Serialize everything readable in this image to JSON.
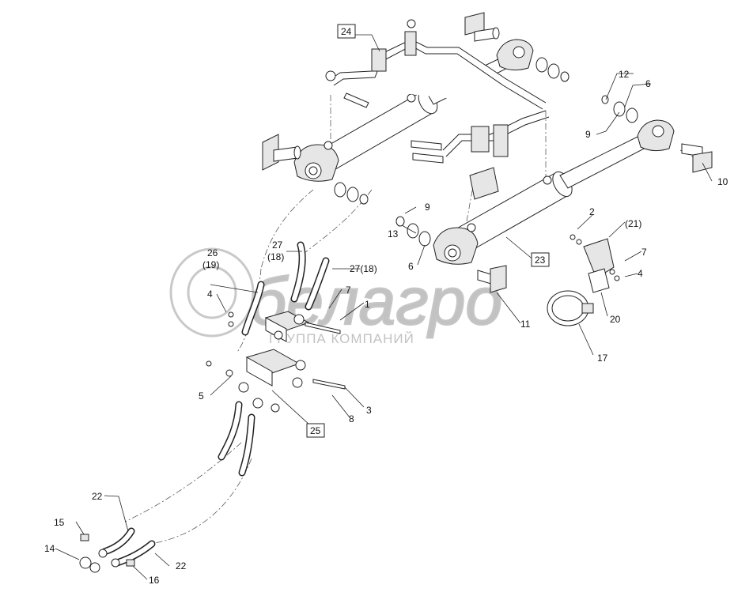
{
  "watermark": {
    "brand": "белагро",
    "tagline": "ГРУППА КОМПАНИЙ"
  },
  "callouts": {
    "c1": "1",
    "c2": "2",
    "c3": "3",
    "c4a": "4",
    "c4b": "4",
    "c5": "5",
    "c6a": "6",
    "c6b": "6",
    "c7a": "7",
    "c7b": "7",
    "c8": "8",
    "c9a": "9",
    "c9b": "9",
    "c10": "10",
    "c11": "11",
    "c12": "12",
    "c13": "13",
    "c14": "14",
    "c15": "15",
    "c16": "16",
    "c17": "17",
    "c20": "20",
    "c21": "(21)",
    "c22a": "22",
    "c22b": "22",
    "c23": "23",
    "c24": "24",
    "c25": "25",
    "c26": "26",
    "c19": "(19)",
    "c27a": "27",
    "c18": "(18)",
    "c27b": "27(18)"
  }
}
